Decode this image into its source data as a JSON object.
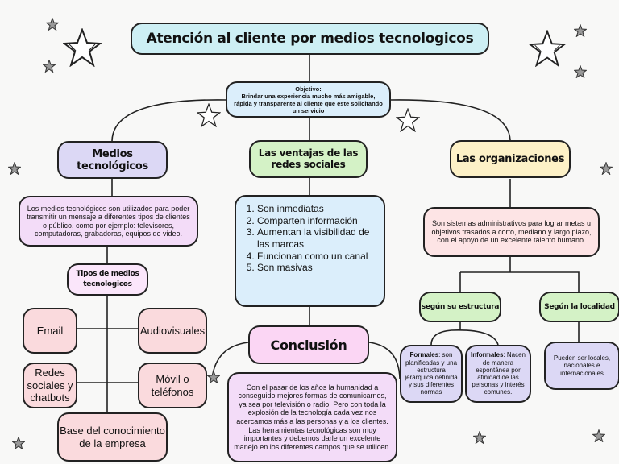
{
  "title": "Atención al cliente por medios tecnologicos",
  "objective": {
    "label": "Objetivo:",
    "text": "Brindar una experiencia mucho más amigable, rápida y transparente al cliente que este solicitando un servicio"
  },
  "medios": {
    "heading": "Medios tecnológicos",
    "description": "Los medios tecnológicos son utilizados para poder  transmitir un mensaje a diferentes tipos de clientes o público, como por ejemplo: televisores, computadoras, grabadoras, equipos de video.",
    "tipos_heading": "Tipos de medios tecnologicos",
    "tipos": [
      "Email",
      "Audiovisuales",
      "Redes sociales y chatbots",
      "Móvil o teléfonos",
      "Base del conocimiento de la empresa"
    ]
  },
  "ventajas": {
    "heading": "Las ventajas de las redes sociales",
    "items": [
      "Son inmediatas",
      "Comparten información",
      "Aumentan la visibilidad de las marcas",
      " Funcionan como un canal",
      "Son masivas"
    ]
  },
  "organizaciones": {
    "heading": "Las organizaciones",
    "description": "Son sistemas administrativos para lograr metas u objetivos trasados a corto, mediano y largo plazo, con el apoyo de un excelente talento humano.",
    "estructura_heading": "según su estructura",
    "localidad_heading": "Según la localidad",
    "formales_label": "Formales",
    "formales_text": ": son planificadas y una estructura jerárquica definida y sus diferentes normas",
    "informales_label": "Informales",
    "informales_text": ": Nacen de manera espontánea por afinidad de las personas y interés comunes.",
    "localidad_text": "Pueden ser locales, nacionales e internacionales"
  },
  "conclusion": {
    "heading": "Conclusión",
    "paragraph1": "Con el pasar de los años la humanidad a conseguido mejores formas de comunicarnos, ya sea por televisión o radio. Pero con toda la explosión de la tecnología cada vez nos acercamos más a las personas y a los clientes.",
    "paragraph2": "Las herramientas tecnológicas son muy importantes y debemos darle un excelente manejo en los diferentes campos que se utilicen."
  },
  "colors": {
    "title_bg": "#cdeff4",
    "purple_bg": "#dcd8f5",
    "green_bg": "#d4f2c6",
    "yellow_bg": "#fdf1c7",
    "pink_bg": "#fadadd",
    "lilac_bg": "#f3dcf8",
    "blue_bg": "#dbeefb"
  }
}
